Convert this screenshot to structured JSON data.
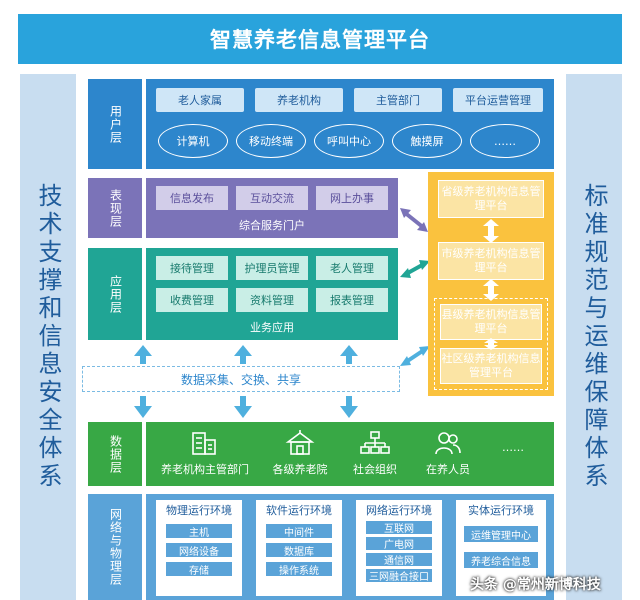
{
  "title": "智慧养老信息管理平台",
  "left_side": "技术支撑和信息安全体系",
  "right_side": "标准规范与运维保障体系",
  "layers": {
    "user": "用户层",
    "show": "表现层",
    "app": "应用层",
    "data": "数据层",
    "net": "网络与物理层"
  },
  "user_layer": {
    "row1": [
      "老人家属",
      "养老机构",
      "主管部门",
      "平台运营管理"
    ],
    "row2": [
      "计算机",
      "移动终端",
      "呼叫中心",
      "触摸屏",
      "……"
    ]
  },
  "show_layer": {
    "items": [
      "信息发布",
      "互动交流",
      "网上办事"
    ],
    "caption": "综合服务门户"
  },
  "app_layer": {
    "items": [
      "接待管理",
      "护理员管理",
      "老人管理",
      "收费管理",
      "资料管理",
      "报表管理"
    ],
    "caption": "业务应用"
  },
  "exchange": "数据采集、交换、共享",
  "data_layer": {
    "items": [
      "养老机构主管部门",
      "各级养老院",
      "社会组织",
      "在养人员"
    ],
    "more": "……",
    "icons": [
      "building-icon",
      "nursing-home-icon",
      "org-chart-icon",
      "people-icon"
    ]
  },
  "net_layer": [
    {
      "title": "物理运行环境",
      "items": [
        "主机",
        "网络设备",
        "存储"
      ]
    },
    {
      "title": "软件运行环境",
      "items": [
        "中间件",
        "数据库",
        "操作系统"
      ]
    },
    {
      "title": "网络运行环境",
      "items": [
        "互联网",
        "广电网",
        "通信网",
        "三网融合接口"
      ]
    },
    {
      "title": "实体运行环境",
      "items": [
        "运维管理中心",
        "养老综合信息"
      ]
    }
  ],
  "mgr": [
    "省级养老机构信息管理平台",
    "市级养老机构信息管理平台",
    "县级养老机构信息管理平台",
    "社区级养老机构信息管理平台"
  ],
  "watermark": "头条 @常州新博科技",
  "colors": {
    "title": "#29a3dc",
    "user": "#2d86cc",
    "show": "#7b73b8",
    "app": "#20a595",
    "data": "#38a845",
    "net": "#5aa3d8",
    "mgr": "#fac23e",
    "side": "#c8ddf0"
  }
}
